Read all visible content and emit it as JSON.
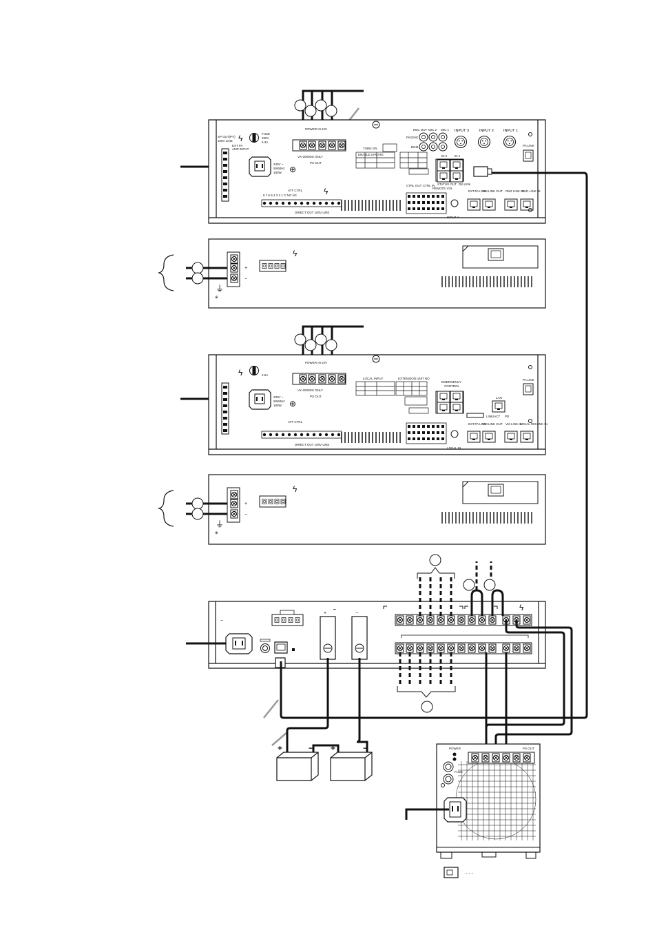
{
  "unit1": {
    "sp_out": "SP OUT(PV)",
    "sp_out2": "100V LINE",
    "ext_pa": "EXT PA",
    "amp_input": "AMP INPUT",
    "fuse": "FUSE",
    "fuse_rating": "250V",
    "fuse_rating2": "6.3A",
    "power_in": "POWER IN 24V",
    "ps_out": "PS OUT",
    "only": "VX-2000DS ONLY",
    "ac_label": "230V ~",
    "ac_hz": "50/60Hz",
    "ac_w": "180W",
    "att_ctrl": "ATT CTRL",
    "direct_out": "DIRECT OUT 100V LINE",
    "rec_out": "REC OUT",
    "mic2": "MIC 2",
    "mic1": "MIC 1",
    "paging": "PAGING",
    "bgm": "BGM",
    "input3": "INPUT 3",
    "input2": "INPUT 2",
    "input1": "INPUT 1",
    "pa_link": "PA LINK",
    "in2": "IN 2",
    "in1": "IN 1",
    "status_out": "STATUS OUT",
    "ds_link": "DS LINK",
    "remote_vol": "REMOTE VOL",
    "ext_pa_link": "EXT.PA LINK",
    "vm_link_out": "VM LINK OUT",
    "rm2_link_in": "RM2 LINK IN",
    "rm1_link_in": "RM1 LINK IN",
    "ctrl_out": "CTRL OUT",
    "ctrl_in": "CTRL IN",
    "input4": "INPUT 4",
    "turn_on": "TURN ON",
    "enable_update": "ENABLE UPDATE"
  },
  "unit2": {
    "power_in": "POWER IN 24V",
    "ps_out": "PS OUT",
    "only": "VX-2000DS ONLY",
    "ac_label": "230V ~",
    "ac_hz": "50/60Hz",
    "ac_w": "180W",
    "fuse_rating2": "2.5A",
    "emergency": "EMERGENCY",
    "control": "CONTROL",
    "lan": "LAN",
    "link_act": "LINK/ACT",
    "pd": "PD",
    "pa_link": "PA LINK",
    "local_input": "LOCAL INPUT",
    "extension_unit": "EXTENSION UNIT NO.",
    "local_in": "LOCAL IN",
    "vm_link_in": "VM LINK IN",
    "local_rm_link_in": "LOCAL RM LINK IN",
    "att_ctrl": "ATT CTRL",
    "direct_out": "DIRECT OUT 100V LINE",
    "ext_pa_link": "EXT.PA LINK",
    "vm_link_out": "VM LINK OUT"
  },
  "amp": {
    "plus": "+",
    "minus": "−"
  },
  "battery": {
    "plus": "+",
    "minus": "−"
  },
  "psu": {
    "power": "POWER",
    "fuse": "FUSE",
    "ps_out": "PS OUT"
  },
  "legend": {
    "dash": "- - -"
  }
}
